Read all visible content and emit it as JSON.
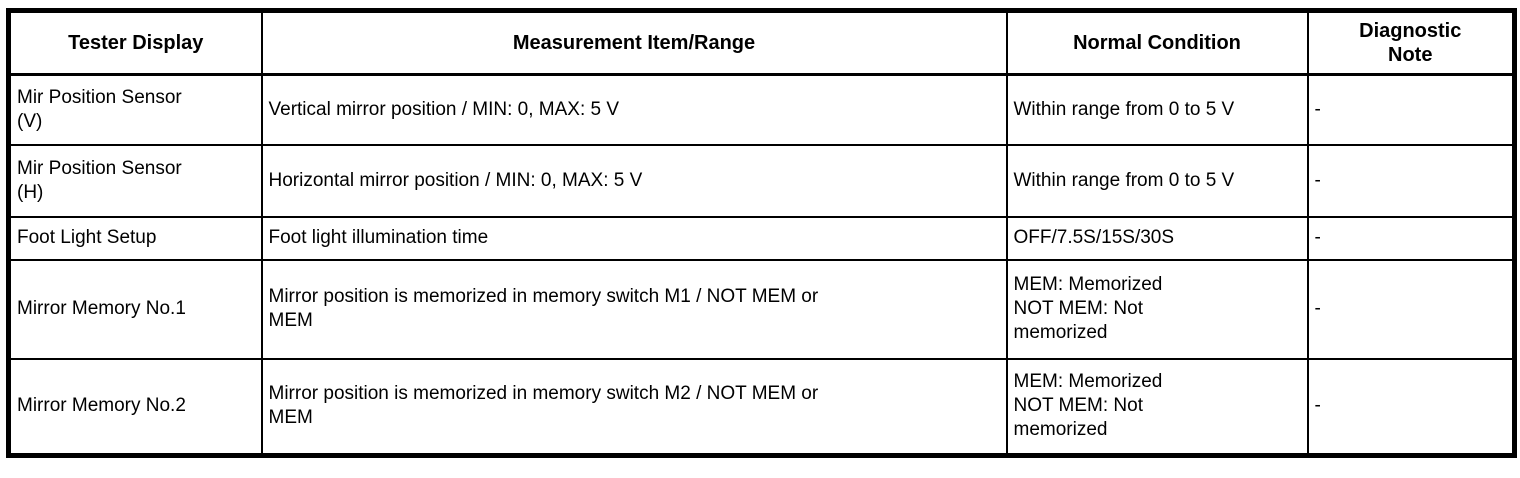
{
  "table": {
    "headers": [
      "Tester Display",
      "Measurement Item/Range",
      "Normal Condition",
      "Diagnostic\nNote"
    ],
    "rows": [
      {
        "tester_display": "Mir Position Sensor\n(V)",
        "measurement_item_range": "Vertical mirror position / MIN: 0, MAX: 5 V",
        "normal_condition": "Within range from 0 to 5 V",
        "diagnostic_note": "-"
      },
      {
        "tester_display": "Mir Position Sensor\n(H)",
        "measurement_item_range": "Horizontal mirror position / MIN: 0, MAX: 5 V",
        "normal_condition": "Within range from 0 to 5 V",
        "diagnostic_note": "-"
      },
      {
        "tester_display": "Foot Light Setup",
        "measurement_item_range": "Foot light illumination time",
        "normal_condition": "OFF/7.5S/15S/30S",
        "diagnostic_note": "-"
      },
      {
        "tester_display": "Mirror Memory No.1",
        "measurement_item_range": "Mirror position is memorized in memory switch M1 / NOT MEM or\nMEM",
        "normal_condition": "MEM: Memorized\nNOT MEM: Not\nmemorized",
        "diagnostic_note": "-"
      },
      {
        "tester_display": "Mirror Memory No.2",
        "measurement_item_range": "Mirror position is memorized in memory switch M2 / NOT MEM or\nMEM",
        "normal_condition": "MEM: Memorized\nNOT MEM: Not\nmemorized",
        "diagnostic_note": "-"
      }
    ]
  },
  "colors": {
    "border": "#000000",
    "background": "#ffffff",
    "text": "#000000"
  }
}
